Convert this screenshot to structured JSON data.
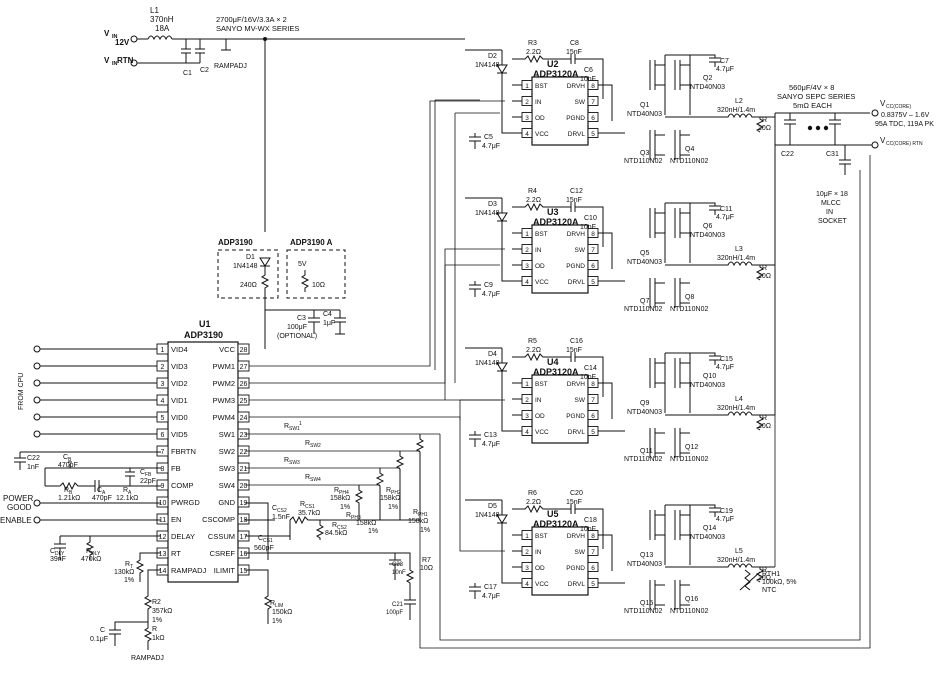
{
  "input": {
    "vin_label": "V",
    "vin_sub": "IN",
    "vin_volt": "12V",
    "vin_rtn": "V",
    "vin_rtn_sub": "IN",
    "vin_rtn_suffix": " RTN",
    "l1_name": "L1",
    "l1_val": "370nH",
    "l1_cur": "18A",
    "bulk_caps": "2700μF/16V/3.3A × 2",
    "bulk_series": "SANYO MV-WX SERIES",
    "c1": "C1",
    "c2": "C2",
    "rampadj": "RAMPADJ"
  },
  "adp3190_blocks": {
    "left_title": "ADP3190",
    "right_title": "ADP3190 A",
    "d1_name": "D1",
    "d1_part": "1N4148",
    "r_240": "240Ω",
    "v5": "5V",
    "r_10": "10Ω",
    "c3_name": "C3",
    "c3_val": "100μF",
    "c3_opt": "(OPTIONAL)",
    "c4_name": "C4",
    "c4_val": "1μF"
  },
  "u1": {
    "ref": "U1",
    "part": "ADP3190",
    "left_pins": [
      {
        "num": "1",
        "name": "VID4"
      },
      {
        "num": "2",
        "name": "VID3"
      },
      {
        "num": "3",
        "name": "VID2"
      },
      {
        "num": "4",
        "name": "VID1"
      },
      {
        "num": "5",
        "name": "VID0"
      },
      {
        "num": "6",
        "name": "VID5"
      },
      {
        "num": "7",
        "name": "FBRTN"
      },
      {
        "num": "8",
        "name": "FB"
      },
      {
        "num": "9",
        "name": "COMP"
      },
      {
        "num": "10",
        "name": "PWRGD"
      },
      {
        "num": "11",
        "name": "EN"
      },
      {
        "num": "12",
        "name": "DELAY"
      },
      {
        "num": "13",
        "name": "RT"
      },
      {
        "num": "14",
        "name": "RAMPADJ"
      }
    ],
    "right_pins": [
      {
        "num": "28",
        "name": "VCC"
      },
      {
        "num": "27",
        "name": "PWM1"
      },
      {
        "num": "26",
        "name": "PWM2"
      },
      {
        "num": "25",
        "name": "PWM3"
      },
      {
        "num": "24",
        "name": "PWM4"
      },
      {
        "num": "23",
        "name": "SW1"
      },
      {
        "num": "22",
        "name": "SW2"
      },
      {
        "num": "21",
        "name": "SW3"
      },
      {
        "num": "20",
        "name": "SW4"
      },
      {
        "num": "19",
        "name": "GND"
      },
      {
        "num": "18",
        "name": "CSCOMP"
      },
      {
        "num": "17",
        "name": "CSSUM"
      },
      {
        "num": "16",
        "name": "CSREF"
      },
      {
        "num": "15",
        "name": "ILIMIT"
      }
    ]
  },
  "left_side": {
    "from_cpu": "FROM CPU",
    "power_good": [
      "POWER",
      "GOOD"
    ],
    "enable": "ENABLE",
    "c22_name": "C22",
    "c22_val": "1nF",
    "cb_name": "C",
    "cb_sub": "B",
    "cb_val": "470pF",
    "cfb_name": "C",
    "cfb_sub": "FB",
    "cfb_val": "22pF",
    "rb_name": "R",
    "rb_sub": "B",
    "rb_val": "1.21kΩ",
    "ca_name": "C",
    "ca_sub": "A",
    "ca_val": "470pF",
    "ra_name": "R",
    "ra_sub": "A",
    "ra_val": "12.1kΩ",
    "cdly_name": "C",
    "cdly_sub": "DLY",
    "cdly_val": "39nF",
    "rdly_name": "R",
    "rdly_sub": "DLY",
    "rdly_val": "470kΩ",
    "rt_name": "R",
    "rt_sub": "T",
    "rt_val": "130kΩ",
    "rt_tol": "1%",
    "r2_name": "R2",
    "r2_val": "357kΩ",
    "r2_tol": "1%",
    "c_bot": "C",
    "c_bot_val": "0.1μF",
    "r_bot": "R",
    "r_bot_val": "1kΩ",
    "rampadj": "RAMPADJ"
  },
  "mid": {
    "rsw1": "R",
    "rsw1_sub": "SW1",
    "rsw_sup": "1",
    "rsw2": "R",
    "rsw2_sub": "SW2",
    "rsw3": "R",
    "rsw3_sub": "SW3",
    "rsw4": "R",
    "rsw4_sub": "SW4",
    "ccs2": "C",
    "ccs2_sub": "CS2",
    "ccs2_val": "1.5nF",
    "ccs1": "C",
    "ccs1_sub": "CS1",
    "ccs1_val": "560pF",
    "rcs1": "R",
    "rcs1_sub": "CS1",
    "rcs1_val": "35.7kΩ",
    "rcs2": "R",
    "rcs2_sub": "CS2",
    "rcs2_val": "84.5kΩ",
    "rph4": "R",
    "rph4_sub": "PH4",
    "rph4_val": "158kΩ",
    "rph4_tol": "1%",
    "rph3": "R",
    "rph3_sub": "PH3",
    "rph3_val": "158kΩ",
    "rph3_tol": "1%",
    "rph2": "R",
    "rph2_sub": "PH2",
    "rph2_val": "158kΩ",
    "rph2_tol": "1%",
    "rph1": "R",
    "rph1_sub": "PH1",
    "rph1_val": "158kΩ",
    "rph1_tol": "1%",
    "rlim": "R",
    "rlim_sub": "LIM",
    "rlim_val": "150kΩ",
    "rlim_tol": "1%",
    "r7": "R7",
    "r7_val": "10Ω",
    "c23": "C23",
    "c23_val": "10nF",
    "c21": "C21",
    "c21_val": "100pF"
  },
  "drivers": [
    {
      "u": "U2",
      "part": "ADP3120A",
      "r": "R3",
      "r_val": "2.2Ω",
      "cs": "C8",
      "cs_val": "15nF",
      "d": "D2",
      "d_part": "1N4148",
      "cbst": "C6",
      "cbst_val": "10nF",
      "cvcc": "C5",
      "cvcc_val": "4.7μF",
      "ctop": "C7",
      "ctop_val": "4.7μF",
      "qhi_a": "Q1",
      "qhi_b": "Q2",
      "qhi_part": "NTD40N03",
      "qlo_a": "Q3",
      "qlo_b": "Q4",
      "qlo_part": "NTD110N02",
      "l": "L2",
      "l_val": "320nH/1.4m",
      "rs": "R",
      "rs_val": "10Ω"
    },
    {
      "u": "U3",
      "part": "ADP3120A",
      "r": "R4",
      "r_val": "2.2Ω",
      "cs": "C12",
      "cs_val": "15nF",
      "d": "D3",
      "d_part": "1N4148",
      "cbst": "C10",
      "cbst_val": "10nF",
      "cvcc": "C9",
      "cvcc_val": "4.7μF",
      "ctop": "C11",
      "ctop_val": "4.7μF",
      "qhi_a": "Q5",
      "qhi_b": "Q6",
      "qhi_part": "NTD40N03",
      "qlo_a": "Q7",
      "qlo_b": "Q8",
      "qlo_part": "NTD110N02",
      "l": "L3",
      "l_val": "320nH/1.4m",
      "rs": "R",
      "rs_val": "10Ω"
    },
    {
      "u": "U4",
      "part": "ADP3120A",
      "r": "R5",
      "r_val": "2.2Ω",
      "cs": "C16",
      "cs_val": "15nF",
      "d": "D4",
      "d_part": "1N4148",
      "cbst": "C14",
      "cbst_val": "10nF",
      "cvcc": "C13",
      "cvcc_val": "4.7μF",
      "ctop": "C15",
      "ctop_val": "4.7μF",
      "qhi_a": "Q9",
      "qhi_b": "Q10",
      "qhi_part": "NTD40N03",
      "qlo_a": "Q11",
      "qlo_b": "Q12",
      "qlo_part": "NTD110N02",
      "l": "L4",
      "l_val": "320nH/1.4m",
      "rs": "R",
      "rs_val": "10Ω"
    },
    {
      "u": "U5",
      "part": "ADP3120A",
      "r": "R6",
      "r_val": "2.2Ω",
      "cs": "C20",
      "cs_val": "15nF",
      "d": "D5",
      "d_part": "1N4148",
      "cbst": "C18",
      "cbst_val": "10nF",
      "cvcc": "C17",
      "cvcc_val": "4.7μF",
      "ctop": "C19",
      "ctop_val": "4.7μF",
      "qhi_a": "Q13",
      "qhi_b": "Q14",
      "qhi_part": "NTD40N03",
      "qlo_a": "Q15",
      "qlo_b": "Q16",
      "qlo_part": "NTD110N02",
      "l": "L5",
      "l_val": "320nH/1.4m",
      "rs": "R",
      "rs_val": "10Ω"
    }
  ],
  "driver_pins": {
    "left": [
      {
        "num": "1",
        "name": "BST"
      },
      {
        "num": "2",
        "name": "IN"
      },
      {
        "num": "3",
        "name": "OD"
      },
      {
        "num": "4",
        "name": "VCC"
      }
    ],
    "right": [
      {
        "num": "8",
        "name": "DRVH"
      },
      {
        "num": "7",
        "name": "SW"
      },
      {
        "num": "6",
        "name": "PGND"
      },
      {
        "num": "5",
        "name": "DRVL"
      }
    ]
  },
  "output": {
    "caps_title": "560μF/4V × 8",
    "caps_series": "SANYO SEPC SERIES",
    "caps_esr": "5mΩ EACH",
    "c22": "C22",
    "c31": "C31",
    "vcc_core": "V",
    "vcc_core_sub": "CC(CORE)",
    "vcc_spec1": "0.8375V – 1.6V",
    "vcc_spec2": "95A TDC, 119A PK",
    "vcc_rtn": "V",
    "vcc_rtn_sub": "CC(CORE) RTN",
    "mlcc": [
      "10μF × 18",
      "MLCC",
      "IN",
      "SOCKET"
    ],
    "rth1": "RTH1",
    "rth1_val": "100kΩ, 5%",
    "rth1_type": "NTC"
  }
}
